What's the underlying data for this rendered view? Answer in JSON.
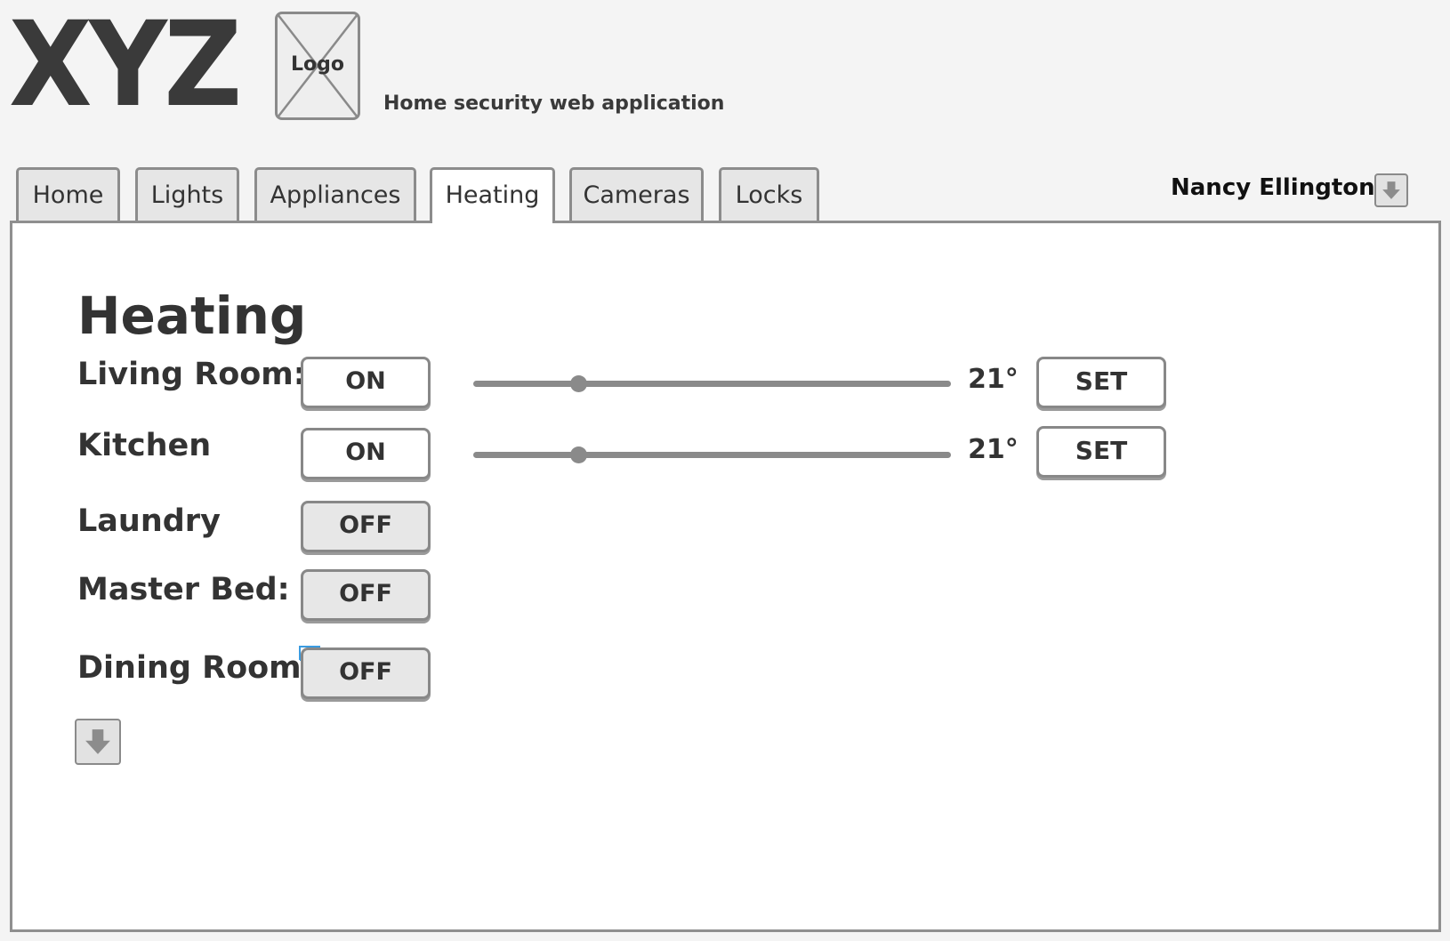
{
  "header": {
    "brand": "XYZ",
    "logo_label": "Logo",
    "tagline": "Home security web application"
  },
  "tabs": [
    {
      "label": "Home",
      "active": false
    },
    {
      "label": "Lights",
      "active": false
    },
    {
      "label": "Appliances",
      "active": false
    },
    {
      "label": "Heating",
      "active": true
    },
    {
      "label": "Cameras",
      "active": false
    },
    {
      "label": "Locks",
      "active": false
    }
  ],
  "user": {
    "name": "Nancy Ellington",
    "menu_icon": "arrow-down-icon"
  },
  "main": {
    "title": "Heating",
    "rooms": [
      {
        "label": "Living Room:",
        "toggle": "ON",
        "slider_level": 0.22,
        "temperature": "21°",
        "set_label": "SET"
      },
      {
        "label": "Kitchen",
        "toggle": "ON",
        "slider_level": 0.22,
        "temperature": "21°",
        "set_label": "SET"
      },
      {
        "label": "Laundry",
        "toggle": "OFF"
      },
      {
        "label": "Master Bed:",
        "toggle": "OFF"
      },
      {
        "label": "Dining Room:",
        "toggle": "OFF"
      }
    ],
    "expand_icon": "arrow-down-icon"
  },
  "colors": {
    "page_background": "#f4f4f4",
    "panel_background": "#ffffff",
    "border": "#8c8c8c",
    "text": "#333333",
    "link_marker": "#3a9be0"
  }
}
